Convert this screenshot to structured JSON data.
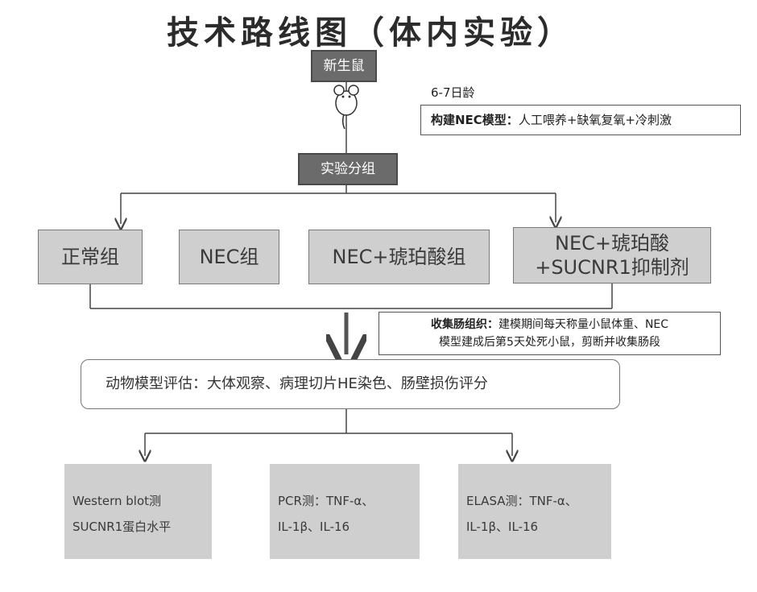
{
  "title": "技术路线图（体内实验）",
  "nodes": {
    "newborn": "新生鼠",
    "age": "6-7日龄",
    "model_label": "构建NEC模型：",
    "model_text": "人工喂养+缺氧复氧+冷刺激",
    "grouping": "实验分组",
    "groups": [
      {
        "line1": "正常组",
        "line2": ""
      },
      {
        "line1": "NEC组",
        "line2": ""
      },
      {
        "line1": "NEC+琥珀酸组",
        "line2": ""
      },
      {
        "line1": "NEC+琥珀酸",
        "line2": "+SUCNR1抑制剂"
      }
    ],
    "collect_label": "收集肠组织：",
    "collect_text_1": "建模期间每天称量小鼠体重、NEC",
    "collect_text_2": "模型建成后第5天处死小鼠，剪断并收集肠段",
    "assessment": "动物模型评估：大体观察、病理切片HE染色、肠壁损伤评分",
    "detections": [
      {
        "line1": "Western blot测",
        "line2": "SUCNR1蛋白水平"
      },
      {
        "line1": "PCR测：TNF-α、",
        "line2": "IL-1β、IL-16"
      },
      {
        "line1": "ELASA测：TNF-α、",
        "line2": "IL-1β、IL-16"
      }
    ]
  },
  "icons": {
    "mouse": "mouse-icon"
  }
}
